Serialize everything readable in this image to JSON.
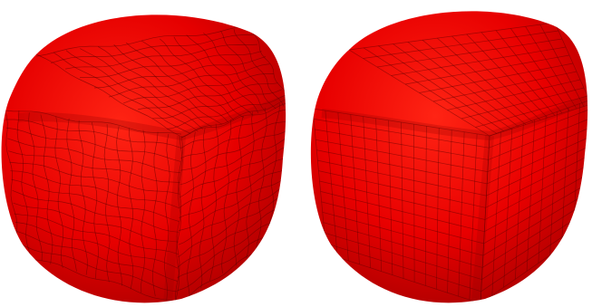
{
  "figure": {
    "background": "#ffffff",
    "colors": {
      "surface_base": "#e00000",
      "surface_light": "#ff1a0f",
      "surface_dark": "#8a0000",
      "mesh_line": "#5a0000"
    },
    "panels": [
      {
        "name": "left-rounded-cube",
        "mesh": "irregular-quad-mesh"
      },
      {
        "name": "right-rounded-cube",
        "mesh": "regular-quad-mesh"
      }
    ]
  }
}
